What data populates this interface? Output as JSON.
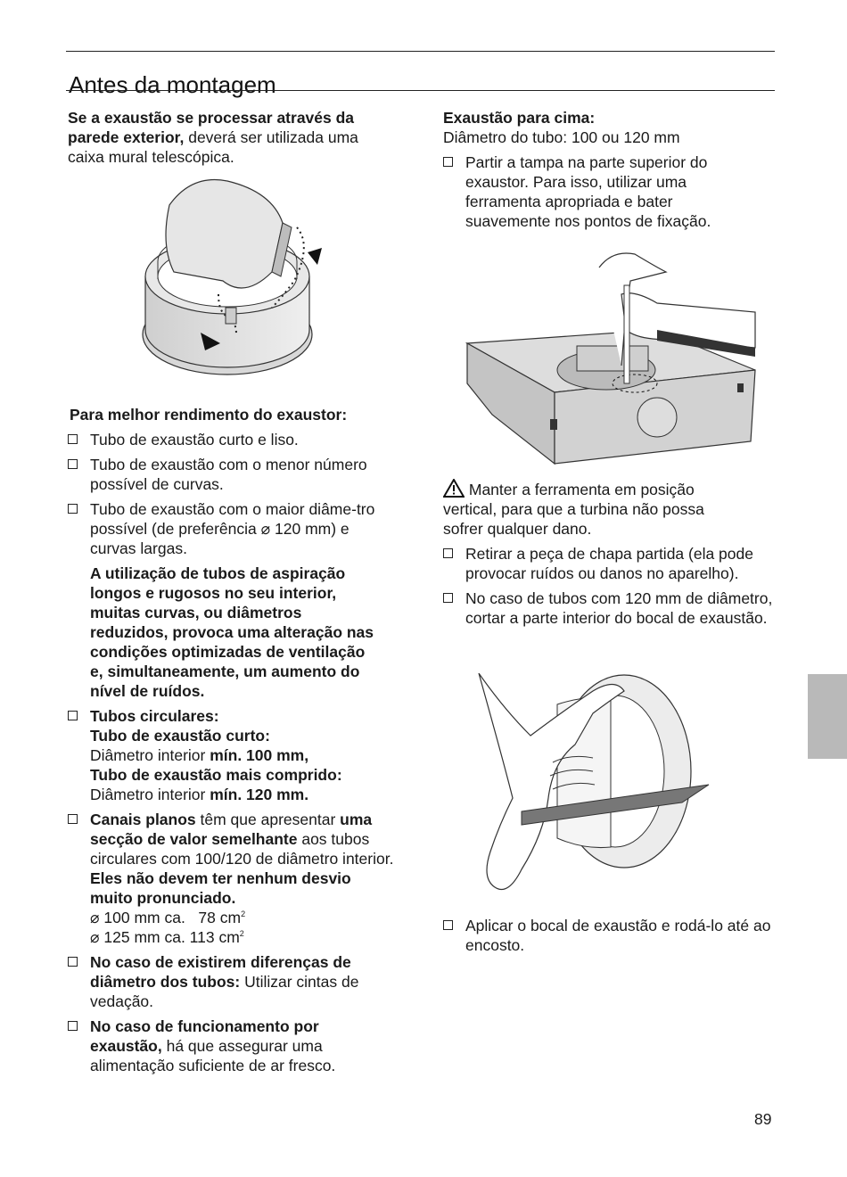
{
  "header": {
    "title": "Antes da montagem"
  },
  "left": {
    "intro": {
      "bold": "Se a exaustão se processar através da parede exterior,",
      "text": " deverá ser utilizada uma caixa mural telescópica."
    },
    "best_heading": "Para melhor rendimento do exaustor:",
    "list1": [
      "Tubo de exaustão curto e liso.",
      "Tubo de exaustão com o menor número possível de curvas.",
      "Tubo de exaustão com o maior diâme-tro possível (de preferência ⌀ 120 mm) e curvas largas."
    ],
    "warning_bold": "A utilização de tubos de aspiração longos e rugosos no seu interior, muitas curvas, ou diâmetros reduzidos, provoca uma alteração nas condições optimizadas de ventilação e, simultaneamente, um aumento do nível de ruídos.",
    "circular": {
      "head": "Tubos circulares:",
      "short_head": "Tubo de exaustão curto:",
      "short_text": "Diâmetro interior ",
      "short_val": "mín. 100 mm,",
      "long_head": "Tubo de exaustão mais comprido:",
      "long_text": "Diâmetro interior ",
      "long_val": "mín. 120 mm."
    },
    "flat": {
      "bold1": "Canais planos",
      "text1": " têm que apresentar ",
      "bold2": "uma secção de valor semelhante",
      "text2": " aos tubos circulares com 100/120 de diâmetro interior.",
      "bold3": "Eles não devem ter nenhum desvio muito pronunciado.",
      "row1": "⌀ 100 mm ca.   78 cm",
      "row2": "⌀ 125 mm ca. 113 cm",
      "sup": "2"
    },
    "diff": {
      "bold": "No caso de existirem diferenças de diâmetro dos tubos:",
      "text": " Utilizar cintas de vedação."
    },
    "exhaust": {
      "bold": "No caso de funcionamento por exaustão,",
      "text": " há que assegurar uma alimentação suficiente de ar fresco."
    }
  },
  "right": {
    "up_heading": "Exaustão para cima:",
    "diameter": "Diâmetro do tubo: 100 ou 120 mm",
    "step1": "Partir a tampa na parte superior do exaustor.  Para isso, utilizar uma ferramenta apropriada e bater suavemente nos pontos de fixação.",
    "caution": " Manter a ferramenta em posição vertical, para que a turbina não possa sofrer qualquer dano.",
    "steps2": [
      "Retirar a peça de chapa partida (ela pode provocar ruídos ou danos no aparelho).",
      "No caso de tubos com 120 mm de diâmetro, cortar a parte interior do bocal de exaustão."
    ],
    "step3": "Aplicar o bocal de exaustão e rodá-lo até ao encosto."
  },
  "footer": {
    "page": "89"
  },
  "icons": [
    "checkbox-icon",
    "warning-icon"
  ]
}
